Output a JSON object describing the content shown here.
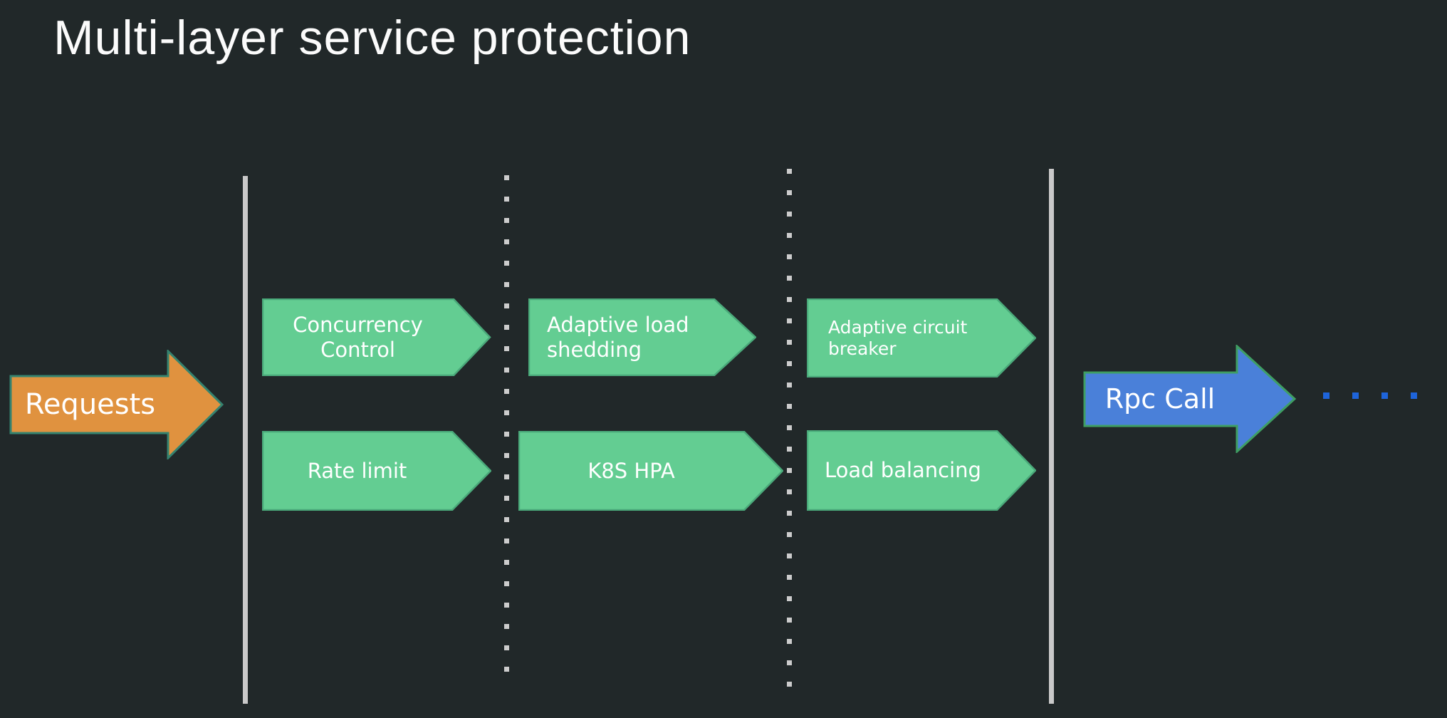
{
  "title": "Multi-layer service protection",
  "pipeline": {
    "input": {
      "label": "Requests"
    },
    "stages": [
      {
        "top": "Concurrency Control",
        "bottom": "Rate limit"
      },
      {
        "top": "Adaptive load shedding",
        "bottom": "K8S HPA"
      },
      {
        "top": "Adaptive circuit breaker",
        "bottom": "Load balancing"
      }
    ],
    "output": {
      "label": "Rpc Call"
    },
    "output_trailing_dots": 4
  },
  "colors": {
    "background": "#212829",
    "title_text": "#fbfbfb",
    "stage_fill": "#63cd92",
    "stage_border": "#4aa97a",
    "input_fill": "#e0923f",
    "input_border": "#35836f",
    "output_fill": "#4a80d9",
    "output_border": "#3f9e63",
    "boundary_line": "#c9c9c9",
    "divider_dots": "#cccccc",
    "trailing_dot": "#1e64da",
    "label_text": "#ffffff"
  }
}
